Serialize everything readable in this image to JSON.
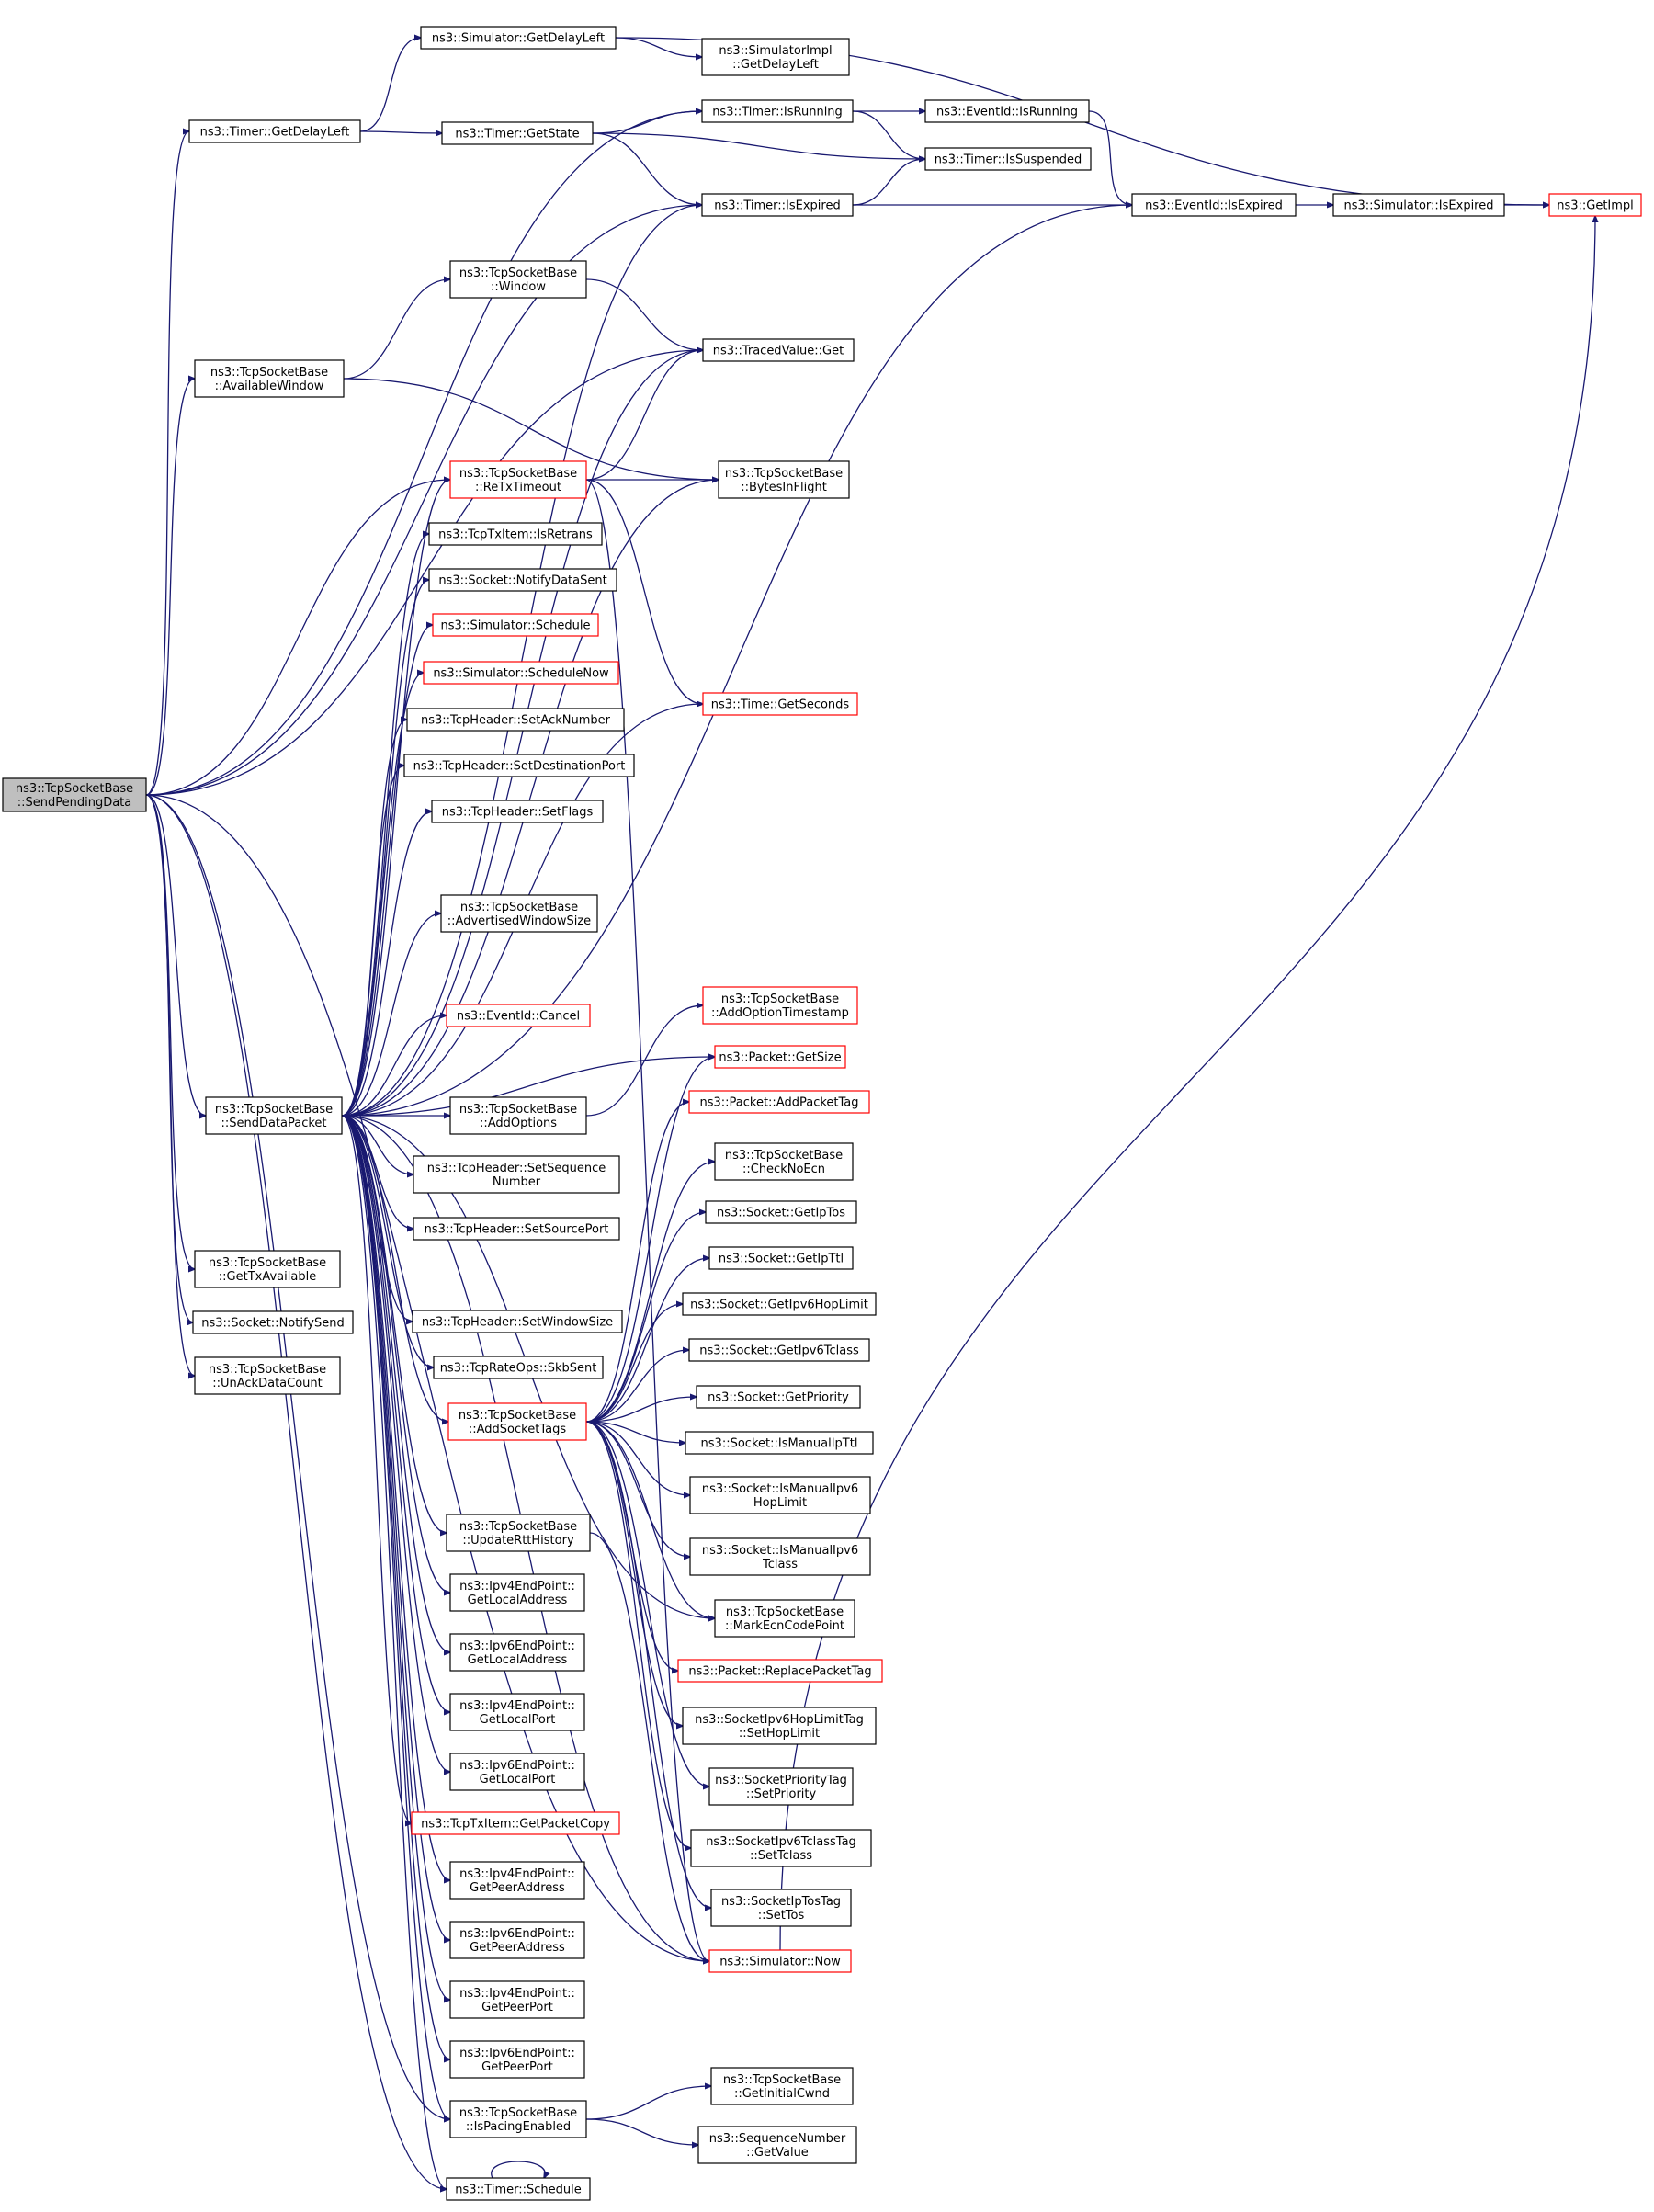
{
  "nodes": {
    "send_pending": [
      "ns3::TcpSocketBase",
      "::SendPendingData"
    ],
    "get_delay_left_sim": [
      "ns3::Simulator::GetDelayLeft"
    ],
    "simimpl_get_delay_left": [
      "ns3::SimulatorImpl",
      "::GetDelayLeft"
    ],
    "timer_get_delay_left": [
      "ns3::Timer::GetDelayLeft"
    ],
    "timer_get_state": [
      "ns3::Timer::GetState"
    ],
    "timer_is_running": [
      "ns3::Timer::IsRunning"
    ],
    "eventid_is_running": [
      "ns3::EventId::IsRunning"
    ],
    "timer_is_suspended": [
      "ns3::Timer::IsSuspended"
    ],
    "timer_is_expired": [
      "ns3::Timer::IsExpired"
    ],
    "eventid_is_expired": [
      "ns3::EventId::IsExpired"
    ],
    "sim_is_expired": [
      "ns3::Simulator::IsExpired"
    ],
    "get_impl": [
      "ns3::GetImpl"
    ],
    "window": [
      "ns3::TcpSocketBase",
      "::Window"
    ],
    "available_window": [
      "ns3::TcpSocketBase",
      "::AvailableWindow"
    ],
    "traced_get": [
      "ns3::TracedValue::Get"
    ],
    "retx_timeout": [
      "ns3::TcpSocketBase",
      "::ReTxTimeout"
    ],
    "bytes_in_flight": [
      "ns3::TcpSocketBase",
      "::BytesInFlight"
    ],
    "is_retrans": [
      "ns3::TcpTxItem::IsRetrans"
    ],
    "notify_data_sent": [
      "ns3::Socket::NotifyDataSent"
    ],
    "sim_schedule": [
      "ns3::Simulator::Schedule"
    ],
    "sim_schedule_now": [
      "ns3::Simulator::ScheduleNow"
    ],
    "time_get_seconds": [
      "ns3::Time::GetSeconds"
    ],
    "set_ack_number": [
      "ns3::TcpHeader::SetAckNumber"
    ],
    "set_dest_port": [
      "ns3::TcpHeader::SetDestinationPort"
    ],
    "set_flags": [
      "ns3::TcpHeader::SetFlags"
    ],
    "adv_window_size": [
      "ns3::TcpSocketBase",
      "::AdvertisedWindowSize"
    ],
    "add_option_timestamp": [
      "ns3::TcpSocketBase",
      "::AddOptionTimestamp"
    ],
    "eventid_cancel": [
      "ns3::EventId::Cancel"
    ],
    "packet_get_size": [
      "ns3::Packet::GetSize"
    ],
    "send_data_packet": [
      "ns3::TcpSocketBase",
      "::SendDataPacket"
    ],
    "add_options": [
      "ns3::TcpSocketBase",
      "::AddOptions"
    ],
    "add_packet_tag": [
      "ns3::Packet::AddPacketTag"
    ],
    "set_sequence_number": [
      "ns3::TcpHeader::SetSequence",
      "Number"
    ],
    "check_no_ecn": [
      "ns3::TcpSocketBase",
      "::CheckNoEcn"
    ],
    "get_ip_tos": [
      "ns3::Socket::GetIpTos"
    ],
    "set_source_port": [
      "ns3::TcpHeader::SetSourcePort"
    ],
    "get_ip_ttl": [
      "ns3::Socket::GetIpTtl"
    ],
    "get_tx_available": [
      "ns3::TcpSocketBase",
      "::GetTxAvailable"
    ],
    "get_ipv6_hop_limit": [
      "ns3::Socket::GetIpv6HopLimit"
    ],
    "set_window_size": [
      "ns3::TcpHeader::SetWindowSize"
    ],
    "notify_send": [
      "ns3::Socket::NotifySend"
    ],
    "get_ipv6_tclass": [
      "ns3::Socket::GetIpv6Tclass"
    ],
    "unack_data_count": [
      "ns3::TcpSocketBase",
      "::UnAckDataCount"
    ],
    "skb_sent": [
      "ns3::TcpRateOps::SkbSent"
    ],
    "get_priority": [
      "ns3::Socket::GetPriority"
    ],
    "add_socket_tags": [
      "ns3::TcpSocketBase",
      "::AddSocketTags"
    ],
    "is_manual_ip_ttl": [
      "ns3::Socket::IsManualIpTtl"
    ],
    "is_manual_ipv6_hop": [
      "ns3::Socket::IsManualIpv6",
      "HopLimit"
    ],
    "update_rtt_history": [
      "ns3::TcpSocketBase",
      "::UpdateRttHistory"
    ],
    "is_manual_ipv6_tclass": [
      "ns3::Socket::IsManualIpv6",
      "Tclass"
    ],
    "ipv4_get_local_address": [
      "ns3::Ipv4EndPoint::",
      "GetLocalAddress"
    ],
    "mark_ecn_code_point": [
      "ns3::TcpSocketBase",
      "::MarkEcnCodePoint"
    ],
    "ipv6_get_local_address": [
      "ns3::Ipv6EndPoint::",
      "GetLocalAddress"
    ],
    "replace_packet_tag": [
      "ns3::Packet::ReplacePacketTag"
    ],
    "ipv4_get_local_port": [
      "ns3::Ipv4EndPoint::",
      "GetLocalPort"
    ],
    "set_hop_limit": [
      "ns3::SocketIpv6HopLimitTag",
      "::SetHopLimit"
    ],
    "ipv6_get_local_port": [
      "ns3::Ipv6EndPoint::",
      "GetLocalPort"
    ],
    "set_priority": [
      "ns3::SocketPriorityTag",
      "::SetPriority"
    ],
    "get_packet_copy": [
      "ns3::TcpTxItem::GetPacketCopy"
    ],
    "set_tclass": [
      "ns3::SocketIpv6TclassTag",
      "::SetTclass"
    ],
    "ipv4_get_peer_address": [
      "ns3::Ipv4EndPoint::",
      "GetPeerAddress"
    ],
    "set_tos": [
      "ns3::SocketIpTosTag",
      "::SetTos"
    ],
    "ipv6_get_peer_address": [
      "ns3::Ipv6EndPoint::",
      "GetPeerAddress"
    ],
    "sim_now": [
      "ns3::Simulator::Now"
    ],
    "ipv4_get_peer_port": [
      "ns3::Ipv4EndPoint::",
      "GetPeerPort"
    ],
    "ipv6_get_peer_port": [
      "ns3::Ipv6EndPoint::",
      "GetPeerPort"
    ],
    "get_initial_cwnd": [
      "ns3::TcpSocketBase",
      "::GetInitialCwnd"
    ],
    "is_pacing_enabled": [
      "ns3::TcpSocketBase",
      "::IsPacingEnabled"
    ],
    "seq_get_value": [
      "ns3::SequenceNumber",
      "::GetValue"
    ],
    "timer_schedule": [
      "ns3::Timer::Schedule"
    ]
  },
  "colors": {
    "edge": "#191970",
    "truncated_border": "#ff0000",
    "normal_border": "#000000",
    "root_fill": "#bfbfbf"
  }
}
